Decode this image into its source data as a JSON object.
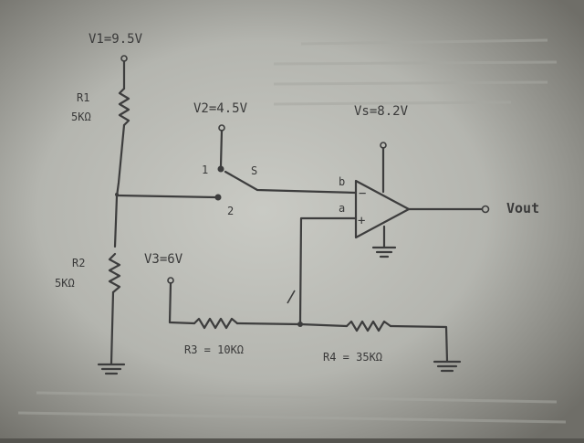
{
  "circuit": {
    "v1": "V1=9.5V",
    "r1_name": "R1",
    "r1_value": "5KΩ",
    "r2_name": "R2",
    "r2_value": "5KΩ",
    "v2": "V2=4.5V",
    "switch_pos1": "1",
    "switch_pos2": "2",
    "switch_name": "S",
    "vs": "Vs=8.2V",
    "input_b": "b",
    "input_a": "a",
    "output": "Vout",
    "v3": "V3=6V",
    "r3": "R3 = 10KΩ",
    "r4": "R4 = 35KΩ"
  },
  "colors": {
    "ink": "#3d3d3d",
    "paper": "#b7b8b2",
    "frame": "#55544f"
  }
}
